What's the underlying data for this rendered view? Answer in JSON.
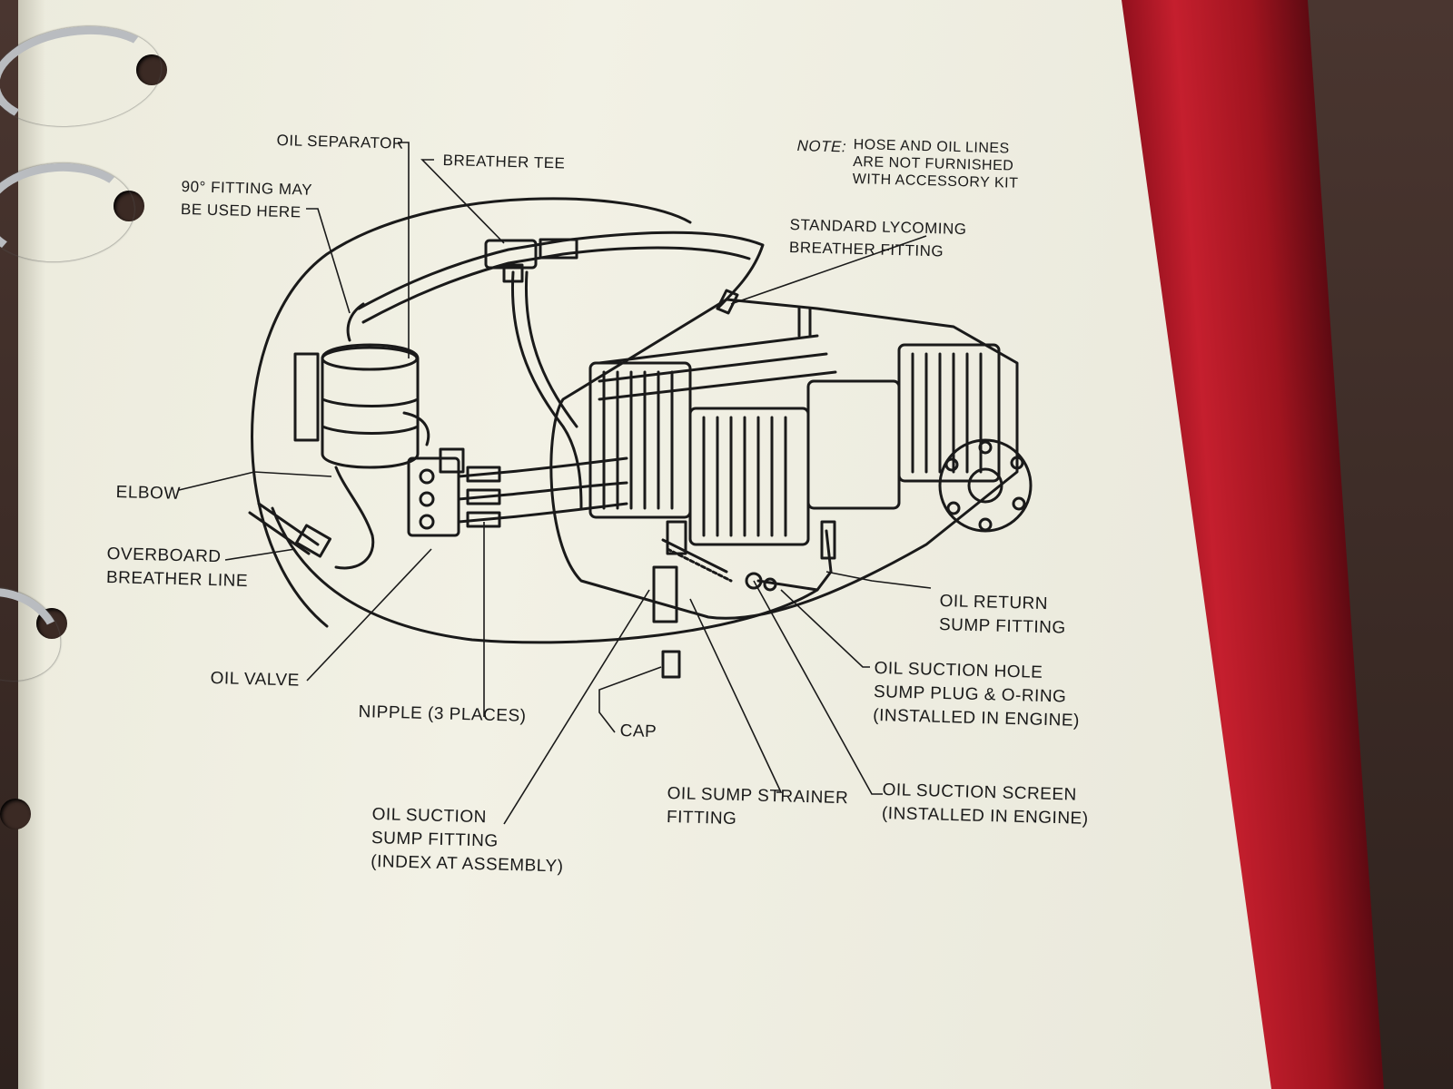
{
  "labels": {
    "oil_separator": "OIL SEPARATOR",
    "breather_tee": "BREATHER TEE",
    "fitting_90": "90° FITTING MAY\nBE USED HERE",
    "note_prefix": "NOTE:",
    "note_text": "HOSE AND OIL LINES\nARE NOT FURNISHED\nWITH ACCESSORY KIT",
    "standard_breather": "STANDARD LYCOMING\nBREATHER FITTING",
    "elbow": "ELBOW",
    "overboard_breather": "OVERBOARD\nBREATHER LINE",
    "oil_return": "OIL RETURN\nSUMP FITTING",
    "oil_suction_hole": "OIL SUCTION HOLE\nSUMP PLUG & O-RING\n(INSTALLED IN ENGINE)",
    "oil_valve": "OIL VALVE",
    "nipple": "NIPPLE (3 PLACES)",
    "cap": "CAP",
    "oil_suction_screen": "OIL SUCTION SCREEN\n(INSTALLED IN ENGINE)",
    "oil_sump_strainer": "OIL SUMP STRAINER\nFITTING",
    "oil_suction_sump": "OIL SUCTION\nSUMP FITTING\n(INDEX AT ASSEMBLY)"
  },
  "colors": {
    "page": "#f0efe3",
    "ink": "#1a1a1a",
    "binder_red": "#c51f2e",
    "desk": "#3b2a24"
  },
  "icons": {
    "binder_ring": "binder-ring-icon",
    "punch_hole": "punch-hole-icon"
  }
}
